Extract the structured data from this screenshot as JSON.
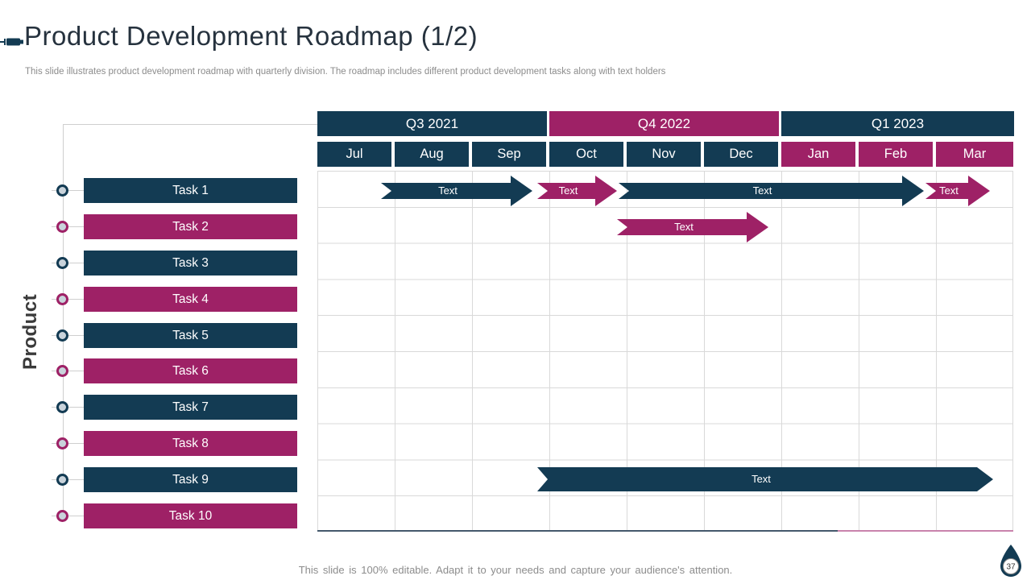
{
  "slide": {
    "title": "Product Development Roadmap (1/2)",
    "subtitle": "This slide illustrates product development roadmap with quarterly division. The roadmap includes different product development tasks along with text holders",
    "footer": "This slide is 100% editable. Adapt it to your needs and capture your audience's attention.",
    "page_number": "37",
    "side_label": "Product"
  },
  "colors": {
    "navy": "#133b53",
    "magenta": "#9e2166",
    "grid_line": "#d9d9d9",
    "connector_line": "#cfcfcf",
    "dot_fill": "#c9d3db",
    "title_text": "#26323e",
    "muted_text": "#8c8c8c",
    "grid_bottom_left_rule": "#44596c",
    "grid_bottom_right_rule": "#c983ac"
  },
  "timeline": {
    "quarters": [
      {
        "label": "Q3 2021",
        "color": "#133b53"
      },
      {
        "label": "Q4 2022",
        "color": "#9e2166"
      },
      {
        "label": "Q1 2023",
        "color": "#133b53"
      }
    ],
    "months": [
      {
        "label": "Jul",
        "color": "#133b53"
      },
      {
        "label": "Aug",
        "color": "#133b53"
      },
      {
        "label": "Sep",
        "color": "#133b53"
      },
      {
        "label": "Oct",
        "color": "#133b53"
      },
      {
        "label": "Nov",
        "color": "#133b53"
      },
      {
        "label": "Dec",
        "color": "#133b53"
      },
      {
        "label": "Jan",
        "color": "#9e2166"
      },
      {
        "label": "Feb",
        "color": "#9e2166"
      },
      {
        "label": "Mar",
        "color": "#9e2166"
      }
    ]
  },
  "tasks": [
    {
      "label": "Task 1",
      "color": "#133b53"
    },
    {
      "label": "Task 2",
      "color": "#9e2166"
    },
    {
      "label": "Task 3",
      "color": "#133b53"
    },
    {
      "label": "Task 4",
      "color": "#9e2166"
    },
    {
      "label": "Task 5",
      "color": "#133b53"
    },
    {
      "label": "Task 6",
      "color": "#9e2166"
    },
    {
      "label": "Task 7",
      "color": "#133b53"
    },
    {
      "label": "Task 8",
      "color": "#9e2166"
    },
    {
      "label": "Task 9",
      "color": "#133b53"
    },
    {
      "label": "Task 10",
      "color": "#9e2166"
    }
  ],
  "bars": [
    {
      "task": "Task 1",
      "label": "Text",
      "color": "#133b53",
      "shape": "arrow",
      "start": "mid-Jul 2021",
      "end": "late Sep 2021"
    },
    {
      "task": "Task 1",
      "label": "Text",
      "color": "#9e2166",
      "shape": "arrow",
      "start": "early Oct 2022",
      "end": "late Oct 2022"
    },
    {
      "task": "Task 1",
      "label": "Text",
      "color": "#133b53",
      "shape": "arrow",
      "start": "early Nov 2022",
      "end": "mid-Feb 2023"
    },
    {
      "task": "Task 1",
      "label": "Text",
      "color": "#9e2166",
      "shape": "arrow",
      "start": "mid-Feb 2023",
      "end": "mid-Mar 2023"
    },
    {
      "task": "Task 2",
      "label": "Text",
      "color": "#9e2166",
      "shape": "arrow",
      "start": "late Oct 2022",
      "end": "late Dec 2022"
    },
    {
      "task": "Task 9",
      "label": "Text",
      "color": "#133b53",
      "shape": "band",
      "start": "early Oct 2022",
      "end": "mid-Mar 2023"
    }
  ],
  "chart_data": {
    "type": "bar",
    "variant": "gantt-roadmap",
    "title": "Product Development Roadmap (1/2)",
    "ylabel": "Product",
    "x": {
      "quarters": [
        "Q3 2021",
        "Q4 2022",
        "Q1 2023"
      ],
      "months": [
        "Jul",
        "Aug",
        "Sep",
        "Oct",
        "Nov",
        "Dec",
        "Jan",
        "Feb",
        "Mar"
      ],
      "scale_note": "month index 0 = start of Jul, 9 = end of Mar"
    },
    "categories": [
      "Task 1",
      "Task 2",
      "Task 3",
      "Task 4",
      "Task 5",
      "Task 6",
      "Task 7",
      "Task 8",
      "Task 9",
      "Task 10"
    ],
    "series": [
      {
        "task": "Task 1",
        "segments": [
          [
            0.8,
            2.8
          ],
          [
            2.85,
            3.9
          ],
          [
            3.9,
            7.8
          ],
          [
            7.9,
            8.7
          ]
        ],
        "labels": [
          "Text",
          "Text",
          "Text",
          "Text"
        ],
        "colors": [
          "#133b53",
          "#9e2166",
          "#133b53",
          "#9e2166"
        ]
      },
      {
        "task": "Task 2",
        "segments": [
          [
            3.9,
            5.8
          ]
        ],
        "labels": [
          "Text"
        ],
        "colors": [
          "#9e2166"
        ]
      },
      {
        "task": "Task 9",
        "segments": [
          [
            2.85,
            8.7
          ]
        ],
        "labels": [
          "Text"
        ],
        "colors": [
          "#133b53"
        ]
      }
    ],
    "grid": true,
    "legend": false
  }
}
